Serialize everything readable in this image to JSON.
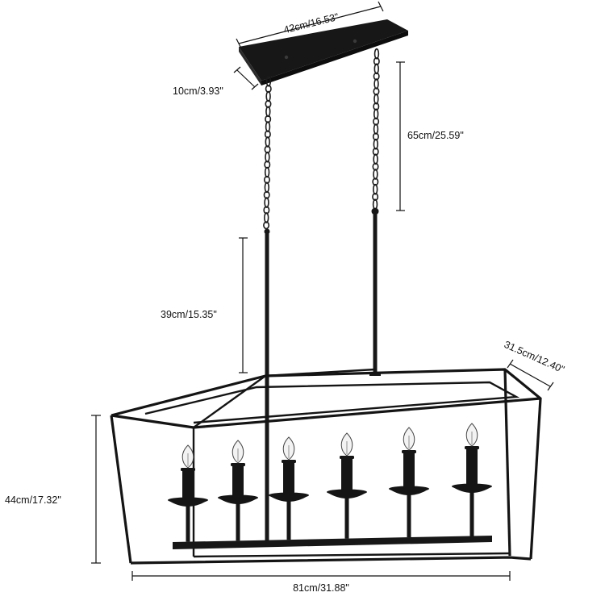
{
  "product": {
    "dimensions": {
      "canopy_length": "42cm/16.53\"",
      "canopy_width": "10cm/3.93\"",
      "chain_length": "65cm/25.59\"",
      "rod_length": "39cm/15.35\"",
      "frame_depth": "31.5cm/12.40\"",
      "frame_height": "44cm/17.32\"",
      "frame_length": "81cm/31.88\""
    },
    "candle_count": 6,
    "finish_color": "#151515",
    "background_color": "#ffffff"
  }
}
